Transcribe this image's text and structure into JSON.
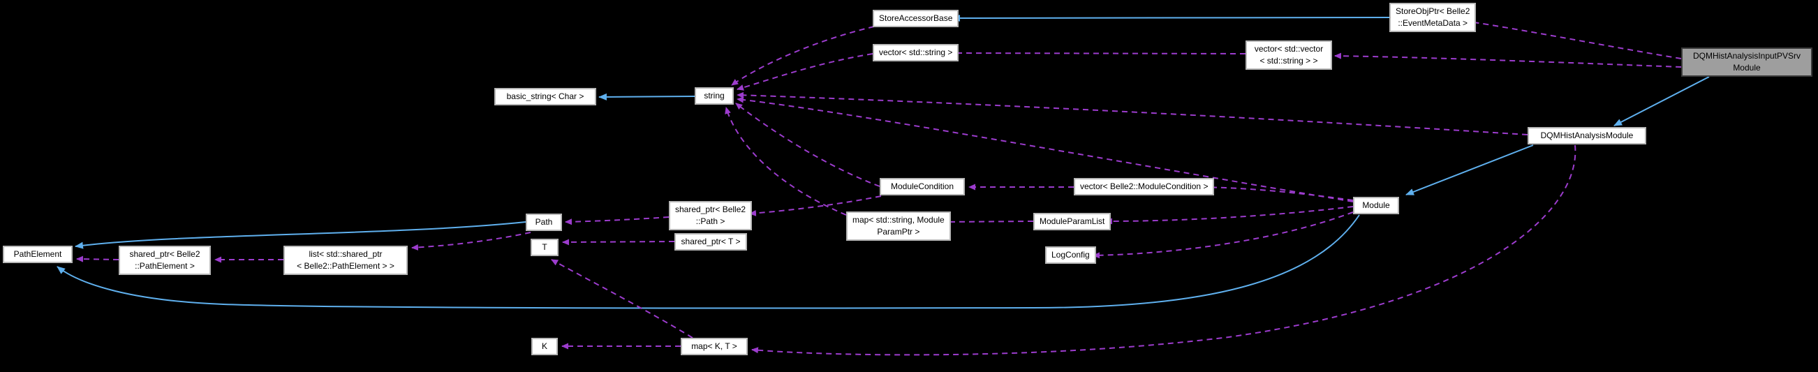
{
  "diagram_type": "doxygen-collaboration-graph",
  "colors": {
    "background": "#000000",
    "node_fill": "#ffffff",
    "node_border": "#b7b7b7",
    "node_text": "#000000",
    "highlight_fill": "#9e9e9e",
    "inheritance_edge": "#5fb0ee",
    "usage_edge": "#9c3ccd"
  },
  "highlighted_node": "DQMHistAnalysisInputPVSrv\nModule",
  "nodes": {
    "pathelement": {
      "label": "PathElement"
    },
    "sp_pathelement": {
      "label": "shared_ptr< Belle2\n::PathElement >"
    },
    "list_sp_pathelement": {
      "label": "list< std::shared_ptr\n< Belle2::PathElement > >"
    },
    "basic_string": {
      "label": "basic_string< Char >"
    },
    "string": {
      "label": "string"
    },
    "path": {
      "label": "Path"
    },
    "t": {
      "label": "T"
    },
    "sp_path": {
      "label": "shared_ptr< Belle2\n::Path >"
    },
    "sp_t": {
      "label": "shared_ptr< T >"
    },
    "k": {
      "label": "K"
    },
    "map_kt": {
      "label": "map< K, T >"
    },
    "vector_string": {
      "label": "vector< std::string >"
    },
    "store_accessor_base": {
      "label": "StoreAccessorBase"
    },
    "vector_vector_string": {
      "label": "vector< std::vector\n< std::string > >"
    },
    "store_obj_ptr": {
      "label": "StoreObjPtr< Belle2\n::EventMetaData >"
    },
    "dqm_input_pvsrv": {
      "label": "DQMHistAnalysisInputPVSrv\nModule"
    },
    "dqm_analysis_module": {
      "label": "DQMHistAnalysisModule"
    },
    "module_condition": {
      "label": "ModuleCondition"
    },
    "vector_module_condition": {
      "label": "vector< Belle2::ModuleCondition >"
    },
    "module": {
      "label": "Module"
    },
    "map_string_paramptr": {
      "label": "map< std::string, Module\nParamPtr >"
    },
    "module_param_list": {
      "label": "ModuleParamList"
    },
    "log_config": {
      "label": "LogConfig"
    }
  },
  "edges": [
    {
      "from": "StoreObjPtr< Belle2::EventMetaData >",
      "to": "StoreAccessorBase",
      "type": "inheritance"
    },
    {
      "from": "DQMHistAnalysisInputPVSrvModule",
      "to": "DQMHistAnalysisModule",
      "type": "inheritance"
    },
    {
      "from": "DQMHistAnalysisModule",
      "to": "Module",
      "type": "inheritance"
    },
    {
      "from": "string",
      "to": "basic_string< Char >",
      "type": "inheritance"
    },
    {
      "from": "Path",
      "to": "PathElement",
      "type": "inheritance"
    },
    {
      "from": "Module",
      "to": "PathElement",
      "type": "inheritance"
    },
    {
      "from": "DQMHistAnalysisInputPVSrvModule",
      "to": "StoreObjPtr< Belle2::EventMetaData >",
      "type": "usage"
    },
    {
      "from": "DQMHistAnalysisInputPVSrvModule",
      "to": "vector< std::vector< std::string > >",
      "type": "usage"
    },
    {
      "from": "vector< std::vector< std::string > >",
      "to": "vector< std::string >",
      "type": "usage"
    },
    {
      "from": "StoreAccessorBase",
      "to": "string",
      "type": "usage"
    },
    {
      "from": "vector< std::string >",
      "to": "string",
      "type": "usage"
    },
    {
      "from": "DQMHistAnalysisModule",
      "to": "string",
      "type": "usage"
    },
    {
      "from": "Module",
      "to": "string",
      "type": "usage"
    },
    {
      "from": "ModuleCondition",
      "to": "string",
      "type": "usage"
    },
    {
      "from": "map< std::string, ModuleParamPtr >",
      "to": "string",
      "type": "usage"
    },
    {
      "from": "vector< Belle2::ModuleCondition >",
      "to": "ModuleCondition",
      "type": "usage"
    },
    {
      "from": "Module",
      "to": "vector< Belle2::ModuleCondition >",
      "type": "usage"
    },
    {
      "from": "Module",
      "to": "ModuleParamList",
      "type": "usage"
    },
    {
      "from": "Module",
      "to": "LogConfig",
      "type": "usage"
    },
    {
      "from": "ModuleParamList",
      "to": "map< std::string, ModuleParamPtr >",
      "type": "usage"
    },
    {
      "from": "ModuleCondition",
      "to": "shared_ptr< Belle2::Path >",
      "type": "usage"
    },
    {
      "from": "shared_ptr< Belle2::Path >",
      "to": "Path",
      "type": "usage"
    },
    {
      "from": "Path",
      "to": "list< std::shared_ptr< Belle2::PathElement > >",
      "type": "usage"
    },
    {
      "from": "list< std::shared_ptr< Belle2::PathElement > >",
      "to": "shared_ptr< Belle2::PathElement >",
      "type": "usage"
    },
    {
      "from": "shared_ptr< Belle2::PathElement >",
      "to": "PathElement",
      "type": "usage"
    },
    {
      "from": "shared_ptr< T >",
      "to": "T",
      "type": "usage"
    },
    {
      "from": "map< K, T >",
      "to": "T",
      "type": "usage"
    },
    {
      "from": "map< K, T >",
      "to": "K",
      "type": "usage"
    },
    {
      "from": "DQMHistAnalysisModule",
      "to": "map< K, T >",
      "type": "usage"
    }
  ]
}
